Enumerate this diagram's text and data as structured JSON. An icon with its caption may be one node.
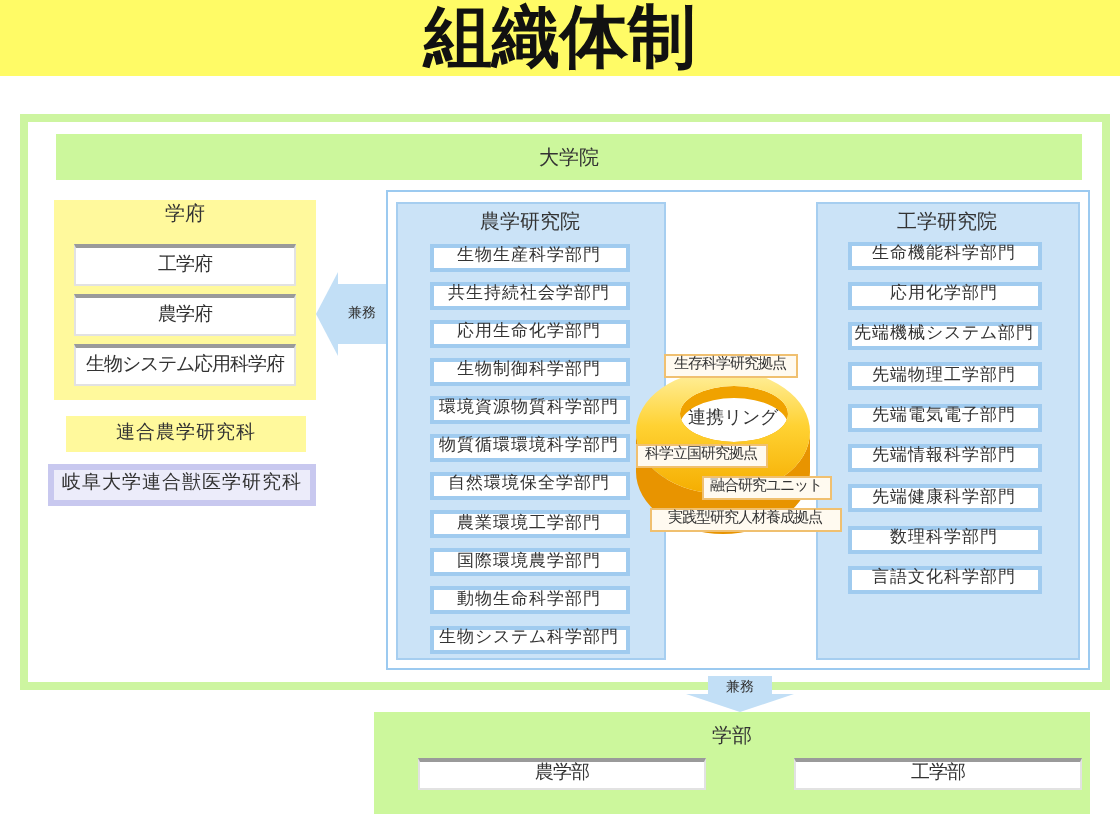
{
  "diagram": {
    "title": "組織体制",
    "nodes": [
      {
        "text": [
          "大学院"
        ]
      },
      {
        "text": [
          "学府"
        ],
        "in": 0
      },
      {
        "text": [
          "工学府"
        ],
        "in": 1
      },
      {
        "text": [
          "農学府"
        ],
        "in": 1
      },
      {
        "text": [
          "生物システム応用科学府"
        ],
        "in": 1
      },
      {
        "text": [
          "連合農学研究科"
        ],
        "in": 0
      },
      {
        "text": [
          "岐阜大学連合獣医学研究科"
        ],
        "in": 0
      },
      {
        "text": [],
        "shape": "box",
        "in": 0
      },
      {
        "text": [
          "農学研究院"
        ],
        "in": 7
      },
      {
        "text": [
          "生物生産科学部門"
        ],
        "in": 8
      },
      {
        "text": [
          "共生持続社会学部門"
        ],
        "in": 8
      },
      {
        "text": [
          "応用生命化学部門"
        ],
        "in": 8
      },
      {
        "text": [
          "生物制御科学部門"
        ],
        "in": 8
      },
      {
        "text": [
          "環境資源物質科学部門"
        ],
        "in": 8
      },
      {
        "text": [
          "物質循環環境科学部門"
        ],
        "in": 8
      },
      {
        "text": [
          "自然環境保全学部門"
        ],
        "in": 8
      },
      {
        "text": [
          "農業環境工学部門"
        ],
        "in": 8
      },
      {
        "text": [
          "国際環境農学部門"
        ],
        "in": 8
      },
      {
        "text": [
          "動物生命科学部門"
        ],
        "in": 8
      },
      {
        "text": [
          "生物システム科学部門"
        ],
        "in": 8
      },
      {
        "text": [
          "連携リング"
        ],
        "in": 7
      },
      {
        "text": [
          "生存科学研究拠点"
        ],
        "in": 7
      },
      {
        "text": [
          "科学立国研究拠点"
        ],
        "in": 20
      },
      {
        "text": [
          "融合研究ユニット"
        ],
        "in": 7
      },
      {
        "text": [
          "実践型研究人材養成拠点"
        ],
        "in": 7
      },
      {
        "text": [
          "工学研究院"
        ],
        "in": 7
      },
      {
        "text": [
          "生命機能科学部門"
        ],
        "in": 25
      },
      {
        "text": [
          "応用化学部門"
        ],
        "in": 25
      },
      {
        "text": [
          "先端機械システム部門"
        ],
        "in": 25
      },
      {
        "text": [
          "先端物理工学部門"
        ],
        "in": 25
      },
      {
        "text": [
          "先端電気電子部門"
        ],
        "in": 25
      },
      {
        "text": [
          "先端情報科学部門"
        ],
        "in": 25
      },
      {
        "text": [
          "先端健康科学部門"
        ],
        "in": 25
      },
      {
        "text": [
          "数理科学部門"
        ],
        "in": 25
      },
      {
        "text": [
          "言語文化科学部門"
        ],
        "in": 25
      },
      {
        "text": [
          "学部"
        ]
      },
      {
        "text": [
          "農学部"
        ],
        "in": 35
      },
      {
        "text": [
          "工学部"
        ],
        "in": 35
      }
    ],
    "edges": [
      {
        "from": 7,
        "to": 1,
        "arrow": "to",
        "label": "兼務"
      },
      {
        "from": 0,
        "to": 35,
        "arrow": "to",
        "label": "兼務"
      }
    ]
  }
}
